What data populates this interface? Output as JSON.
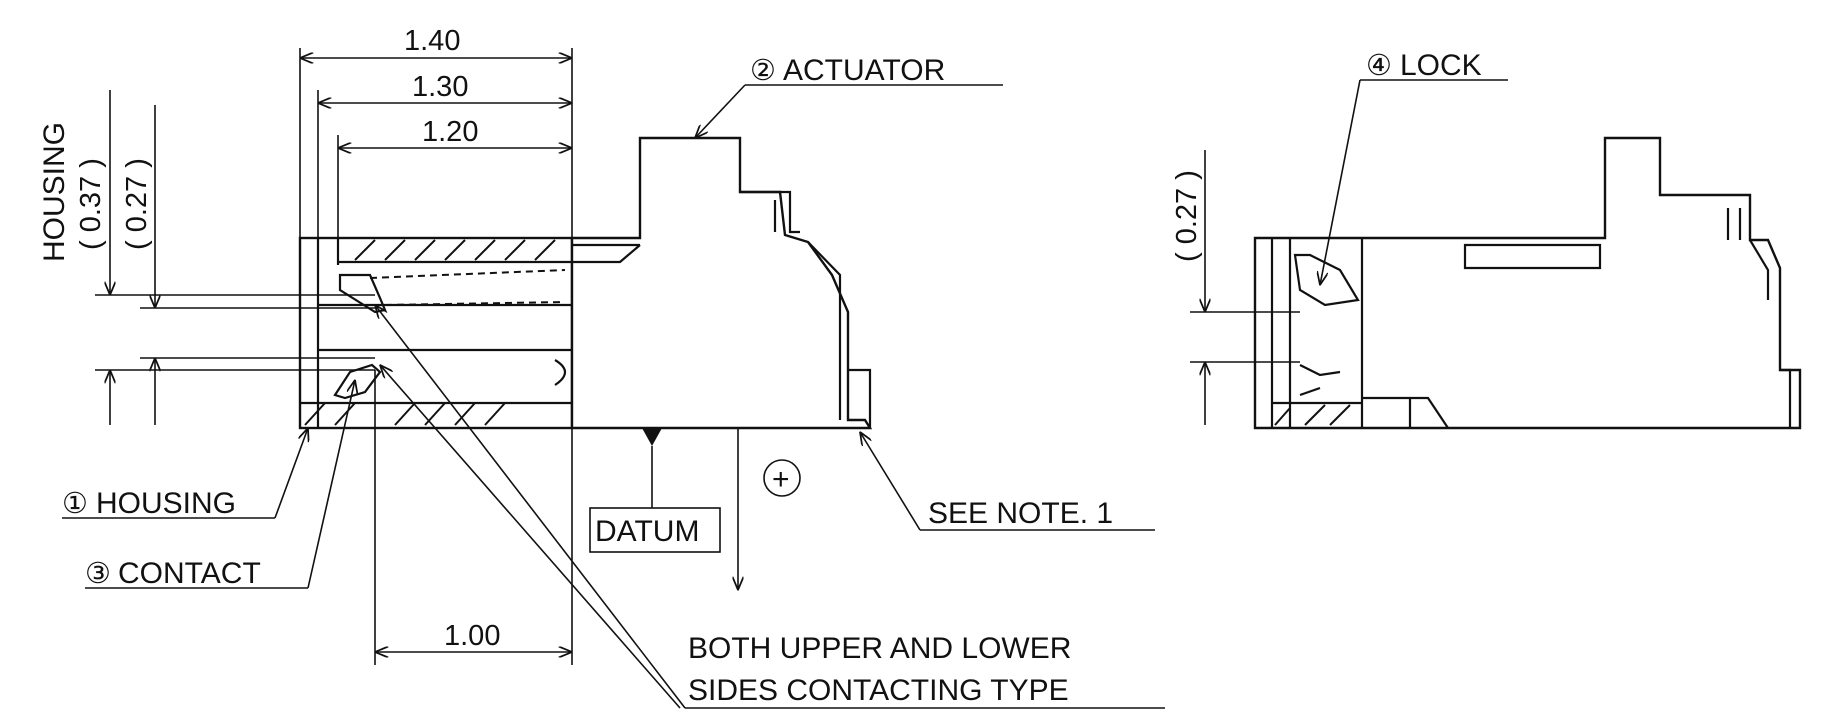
{
  "dimensions": {
    "d1": "1.40",
    "d2": "1.30",
    "d3": "1.20",
    "d4": "1.00",
    "housing_title": "HOUSING",
    "v037": "( 0.37 )",
    "v027_left": "( 0.27 )",
    "v027_right": "( 0.27 )"
  },
  "callouts": {
    "actuator_num": "②",
    "actuator": "ACTUATOR",
    "lock_num": "④",
    "lock": "LOCK",
    "housing_num": "①",
    "housing": "HOUSING",
    "contact_num": "③",
    "contact": "CONTACT",
    "datum": "DATUM",
    "note": "SEE NOTE. 1",
    "plus_symbol": "+",
    "both_line1": "BOTH UPPER AND LOWER",
    "both_line2": "SIDES CONTACTING TYPE"
  }
}
